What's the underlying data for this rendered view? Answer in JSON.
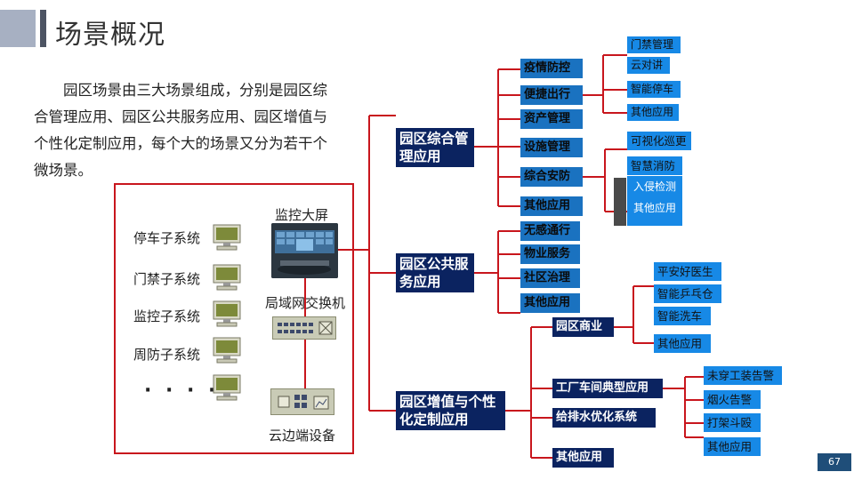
{
  "page": {
    "title": "场景概况",
    "intro": "园区场景由三大场景组成，分别是园区综合管理应用、园区公共服务应用、园区增值与个性化定制应用，每个大的场景又分为若干个微场景。",
    "page_number": "67"
  },
  "systems": {
    "items": [
      "停车子系统",
      "门禁子系统",
      "监控子系统",
      "周防子系统"
    ],
    "ellipsis": "· · · · ·",
    "screen": "监控大屏",
    "switch": "局域网交换机",
    "edge": "云边端设备"
  },
  "categories": {
    "management": {
      "label": "园区综合管理应用",
      "items": [
        "疫情防控",
        "便捷出行",
        "资产管理",
        "设施管理",
        "综合安防",
        "其他应用"
      ],
      "travel_leaves": [
        "门禁管理",
        "云对讲",
        "智能停车",
        "其他应用"
      ],
      "security_leaves": [
        "可视化巡更",
        "智慧消防",
        "入侵检测",
        "其他应用"
      ]
    },
    "public": {
      "label": "园区公共服务应用",
      "items": [
        "无感通行",
        "物业服务",
        "社区治理",
        "其他应用"
      ]
    },
    "value_added": {
      "label": "园区增值与个性化定制应用",
      "items": [
        "园区商业",
        "工厂车间典型应用",
        "给排水优化系统",
        "其他应用"
      ],
      "commerce_leaves": [
        "平安好医生",
        "智能乒乓仓",
        "智能洗车",
        "其他应用"
      ],
      "factory_leaves": [
        "未穿工装告警",
        "烟火告警",
        "打架斗殴",
        "其他应用"
      ]
    }
  },
  "colors": {
    "line": "#c8161d",
    "navy": "#0b2360",
    "blue": "#1a72c0",
    "leaf": "#1789e6"
  },
  "icons": [
    "monitor-icon",
    "video-wall-icon",
    "network-switch-icon",
    "edge-device-icon"
  ]
}
